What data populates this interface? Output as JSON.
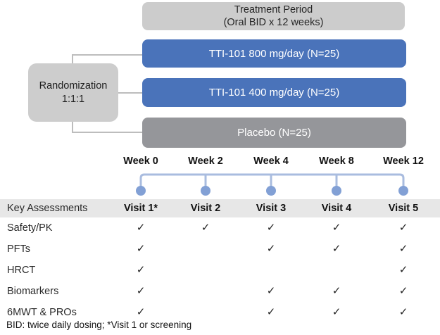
{
  "colors": {
    "header_box_gray": "#cccccc",
    "randomization_box_gray": "#cdcdcd",
    "active_arm_blue": "#4a73ba",
    "placebo_gray": "#95969a",
    "timeline_line_blue": "#a9bcdf",
    "timeline_dot_blue": "#82a0d5",
    "assessment_band_gray": "#e7e7e7",
    "connector_gray": "#bdbdbd"
  },
  "diagram": {
    "treatment_box": {
      "line1": "Treatment Period",
      "line2": "(Oral BID x 12 weeks)"
    },
    "randomization_box": {
      "line1": "Randomization",
      "line2": "1:1:1"
    },
    "arms": [
      {
        "label": "TTI-101 800 mg/day (N=25)"
      },
      {
        "label": "TTI-101 400 mg/day (N=25)"
      },
      {
        "label": "Placebo (N=25)"
      }
    ]
  },
  "timeline": {
    "weeks": [
      "Week 0",
      "Week 2",
      "Week 4",
      "Week 8",
      "Week 12"
    ]
  },
  "table": {
    "header_label": "Key Assessments",
    "visits": [
      "Visit 1*",
      "Visit 2",
      "Visit 3",
      "Visit 4",
      "Visit 5"
    ],
    "check_glyph": "✓",
    "rows": [
      {
        "label": "Safety/PK",
        "checks": [
          "✓",
          "✓",
          "✓",
          "✓",
          "✓"
        ]
      },
      {
        "label": "PFTs",
        "checks": [
          "✓",
          "",
          "✓",
          "✓",
          "✓"
        ]
      },
      {
        "label": "HRCT",
        "checks": [
          "✓",
          "",
          "",
          "",
          "✓"
        ]
      },
      {
        "label": "Biomarkers",
        "checks": [
          "✓",
          "",
          "✓",
          "✓",
          "✓"
        ]
      },
      {
        "label": "6MWT & PROs",
        "checks": [
          "✓",
          "",
          "✓",
          "✓",
          "✓"
        ]
      }
    ]
  },
  "footnote": "BID: twice daily dosing; *Visit 1 or screening"
}
